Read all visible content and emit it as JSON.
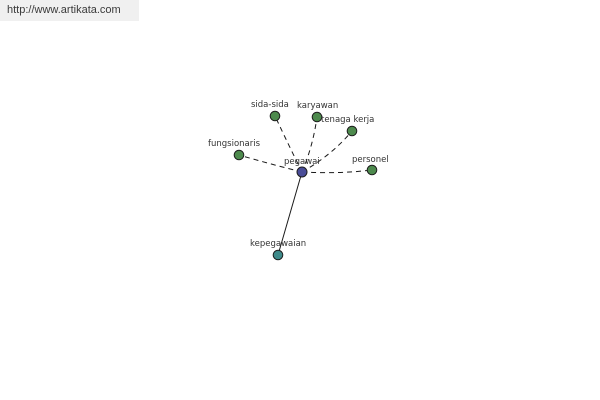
{
  "source": {
    "url": "http://www.artikata.com"
  },
  "graph": {
    "center": {
      "id": "pegawai",
      "label": "pegawai",
      "color": "#4a4d98"
    },
    "nodes": [
      {
        "id": "sida-sida",
        "label": "sida-sida",
        "color": "#4d8a4d",
        "link": "dashed"
      },
      {
        "id": "karyawan",
        "label": "karyawan",
        "color": "#4d8a4d",
        "link": "dashed"
      },
      {
        "id": "tenaga-kerja",
        "label": "tenaga kerja",
        "color": "#4d8a4d",
        "link": "dashed"
      },
      {
        "id": "fungsionaris",
        "label": "fungsionaris",
        "color": "#4d8a4d",
        "link": "dashed"
      },
      {
        "id": "personel",
        "label": "personel",
        "color": "#4d8a4d",
        "link": "dashed"
      },
      {
        "id": "kepegawaian",
        "label": "kepegawaian",
        "color": "#3e8a8a",
        "link": "solid"
      }
    ]
  }
}
